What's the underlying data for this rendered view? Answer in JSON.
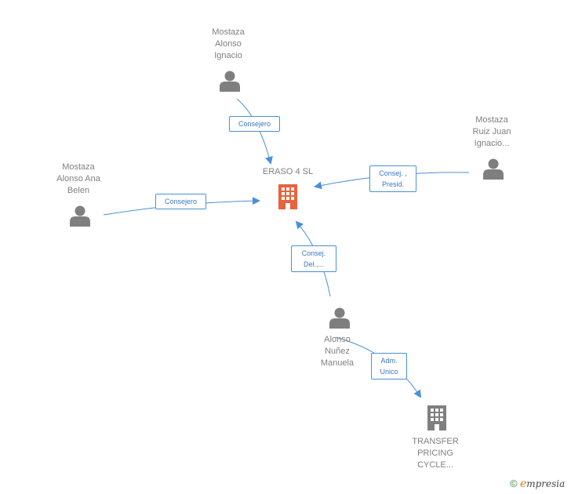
{
  "colors": {
    "company_main": "#e8643a",
    "company_other": "#7f7f7f",
    "person": "#7f7f7f",
    "edge": "#4a90d9",
    "label_text": "#3a78c2"
  },
  "nodes": {
    "eraso": {
      "label": "ERASO 4 SL"
    },
    "mostaza_alonso_ignacio": {
      "label": "Mostaza\nAlonso\nIgnacio"
    },
    "mostaza_ruiz_juan": {
      "label": "Mostaza\nRuiz Juan\nIgnacio..."
    },
    "mostaza_alonso_ana": {
      "label": "Mostaza\nAlonso Ana\nBelen"
    },
    "alonso_nunez": {
      "label": "Alonso\nNuñez\nManuela"
    },
    "transfer_pricing": {
      "label": "TRANSFER\nPRICING\nCYCLE..."
    }
  },
  "edges": {
    "e1": {
      "label": "Consejero"
    },
    "e2": {
      "label": "Consej. ,\nPresid."
    },
    "e3": {
      "label": "Consejero"
    },
    "e4": {
      "label": "Consej.\nDel.,..."
    },
    "e5": {
      "label": "Adm.\nUnico"
    }
  },
  "branding": {
    "copyright": "©",
    "e": "e",
    "rest": "mpresia"
  }
}
